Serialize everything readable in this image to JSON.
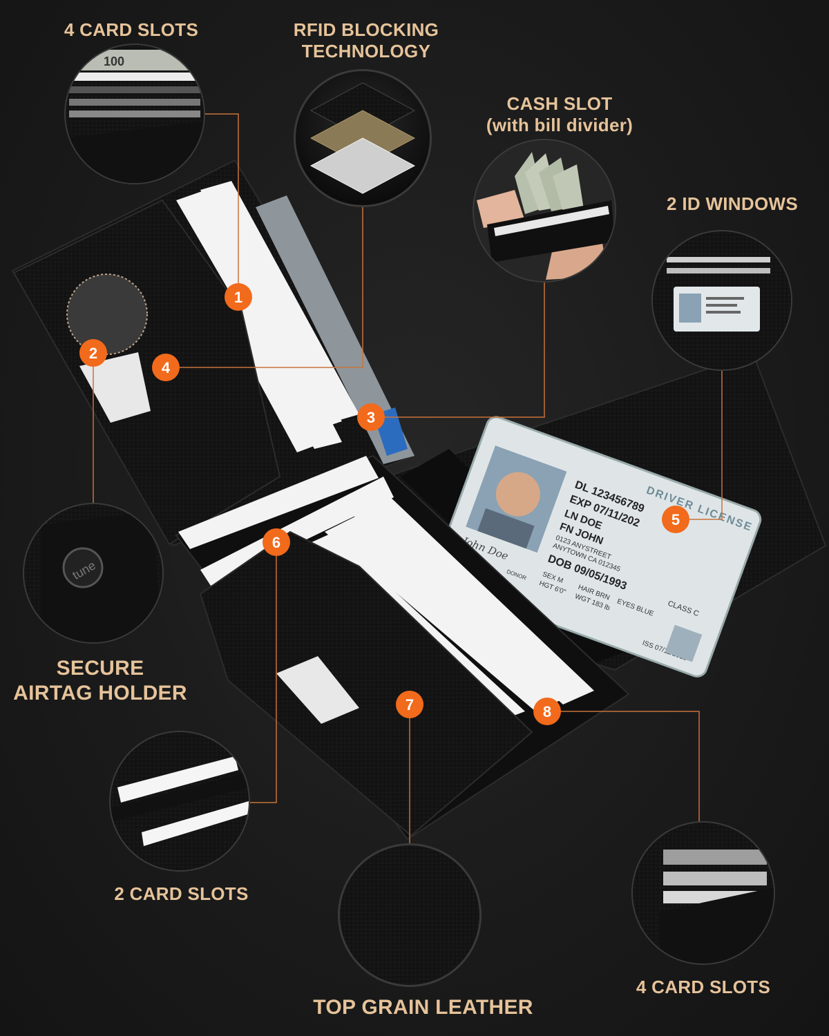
{
  "labels": {
    "card_slots_top": "4 CARD SLOTS",
    "rfid_line1": "RFID BLOCKING",
    "rfid_line2": "TECHNOLOGY",
    "cash_line1": "CASH SLOT",
    "cash_line2": "(with bill divider)",
    "id_windows": "2 ID WINDOWS",
    "airtag_line1": "SECURE",
    "airtag_line2": "AIRTAG HOLDER",
    "card_slots_two": "2 CARD SLOTS",
    "leather": "TOP GRAIN LEATHER",
    "card_slots_bottom": "4 CARD SLOTS"
  },
  "markers": [
    "1",
    "2",
    "3",
    "4",
    "5",
    "6",
    "7",
    "8"
  ],
  "license": {
    "header": "DRIVER LICENSE",
    "dl": "DL 123456789",
    "exp": "EXP 07/11/202",
    "ln": "LN DOE",
    "fn": "FN JOHN",
    "addr": "0123 ANYSTREET",
    "city": "ANYTOWN CA 012345",
    "dob": "DOB 09/05/1993",
    "class": "CLASS C",
    "sex": "SEX M",
    "hair": "HAIR BRN",
    "eyes": "EYES BLUE",
    "hgt": "HGT 6'0\"",
    "wgt": "WGT 183 lb",
    "iss": "ISS 07/11/2015",
    "signature": "John Doe",
    "donor": "DONOR"
  },
  "bill_text": "100",
  "airtag_brand": "tune",
  "colors": {
    "background": "#1b1b1b",
    "label": "#e6c39a",
    "marker": "#f26a1b",
    "leader": "#c9733a",
    "leather": "#151515",
    "card": "#f4f4f4"
  }
}
